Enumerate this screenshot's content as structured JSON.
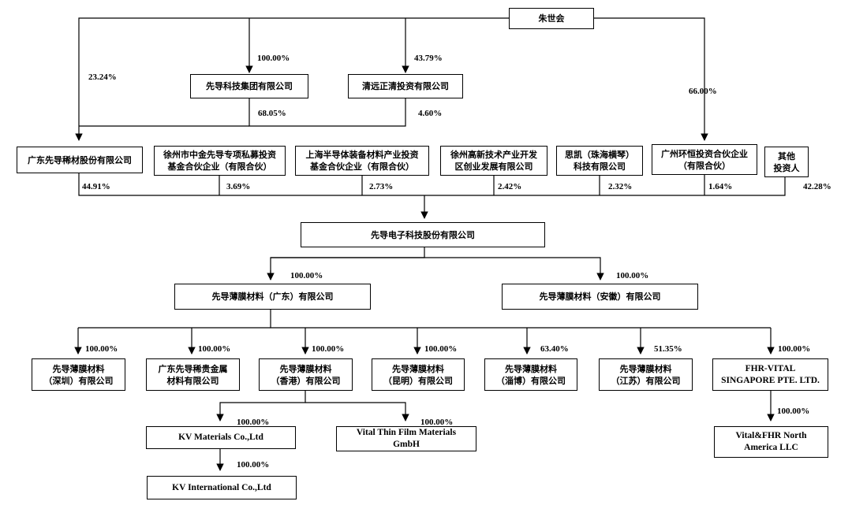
{
  "entities": {
    "zhu": "朱世会",
    "xiandao_group": "先导科技集团有限公司",
    "qingyuan": "清远正清投资有限公司",
    "guangdong_rare": "广东先导稀材股份有限公司",
    "xuzhou_fund": "徐州市中金先导专项私募投资\n基金合伙企业（有限合伙）",
    "shanghai_fund": "上海半导体装备材料产业投资\n基金合伙企业（有限合伙）",
    "xuzhou_hitech": "徐州高新技术产业开发\n区创业发展有限公司",
    "sikai": "思凯（珠海横琴）\n科技有限公司",
    "guangzhou_huanheng": "广州环恒投资合伙企业\n（有限合伙）",
    "others": "其他\n投资人",
    "xiandao_electronic": "先导电子科技股份有限公司",
    "film_guangdong": "先导薄膜材料（广东）有限公司",
    "film_anhui": "先导薄膜材料（安徽）有限公司",
    "film_shenzhen": "先导薄膜材料\n（深圳）有限公司",
    "guangdong_precious": "广东先导稀贵金属\n材料有限公司",
    "film_hk": "先导薄膜材料\n（香港）有限公司",
    "film_kunming": "先导薄膜材料\n（昆明）有限公司",
    "film_zibo": "先导薄膜材料\n（淄博）有限公司",
    "film_jiangsu": "先导薄膜材料\n（江苏）有限公司",
    "fhr_singapore": "FHR-VITAL\nSINGAPORE PTE. LTD.",
    "kv_materials": "KV Materials Co.,Ltd",
    "vital_thin": "Vital Thin Film Materials\nGmbH",
    "vital_fhr": "Vital&FHR North\nAmerica LLC",
    "kv_international": "KV International Co.,Ltd"
  },
  "percentages": {
    "zhu_to_group": "100.00%",
    "zhu_to_qingyuan": "43.79%",
    "zhu_to_guangdong_rare": "23.24%",
    "zhu_to_huanheng": "66.00%",
    "group_to_guangdong_rare": "68.05%",
    "qingyuan_to_guangdong_rare": "4.60%",
    "guangdong_rare_stake": "44.91%",
    "xuzhou_fund_stake": "3.69%",
    "shanghai_fund_stake": "2.73%",
    "xuzhou_hitech_stake": "2.42%",
    "sikai_stake": "2.32%",
    "huanheng_stake": "1.64%",
    "others_stake": "42.28%",
    "to_film_guangdong": "100.00%",
    "to_film_anhui": "100.00%",
    "to_film_shenzhen": "100.00%",
    "to_guangdong_precious": "100.00%",
    "to_film_hk": "100.00%",
    "to_film_kunming": "100.00%",
    "to_film_zibo": "63.40%",
    "to_film_jiangsu": "51.35%",
    "to_fhr_singapore": "100.00%",
    "to_kv_materials": "100.00%",
    "to_vital_thin": "100.00%",
    "to_kv_international": "100.00%",
    "to_vital_fhr": "100.00%"
  }
}
